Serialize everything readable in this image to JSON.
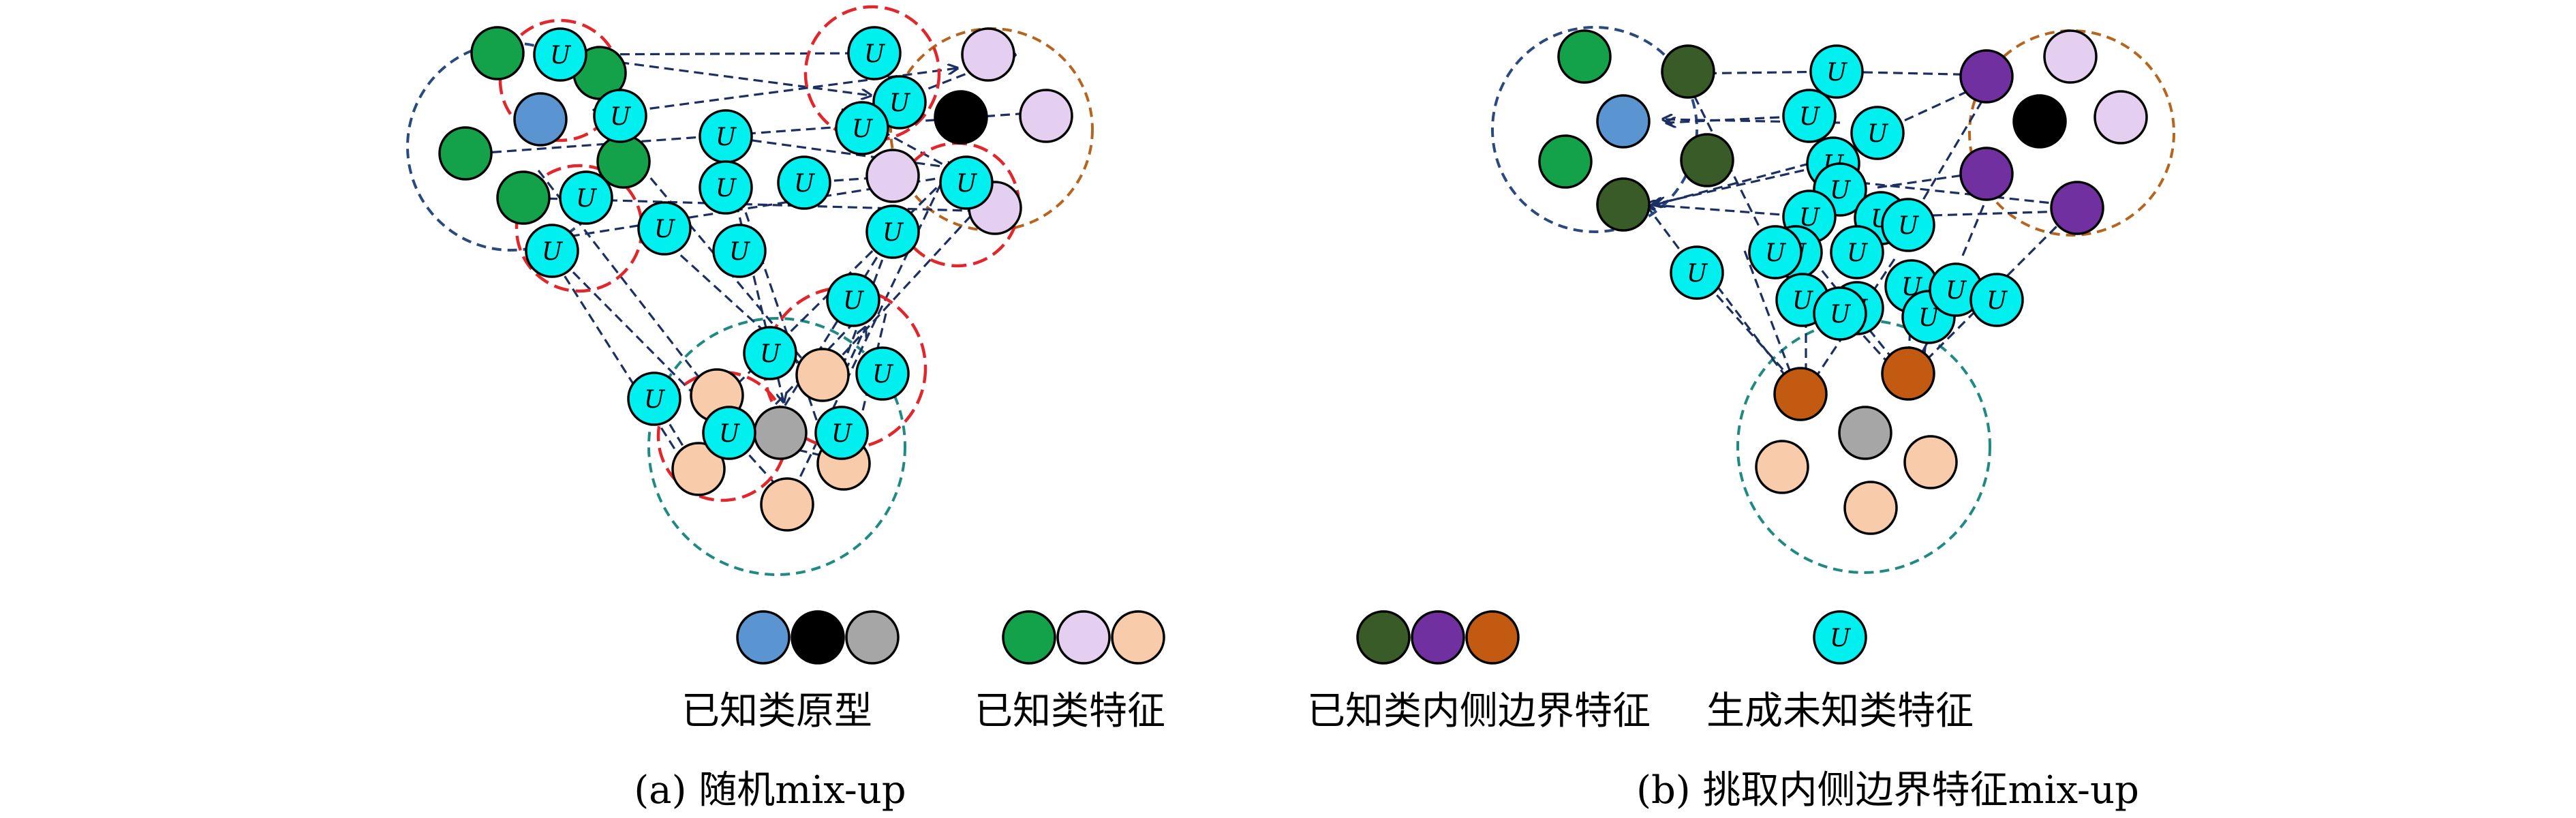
{
  "node_symbol": "U",
  "colors": {
    "proto_blue": "#5b95d1",
    "proto_black": "#000000",
    "proto_gray": "#a6a6a6",
    "feat_green": "#13a24a",
    "feat_lavender": "#e4cff0",
    "feat_peach": "#f8cbab",
    "edge_dgreen": "#385b27",
    "edge_purple": "#7030a0",
    "edge_orange": "#c25a12",
    "gen_cyan": "#00f0f0",
    "arrow_navy": "#1c2f63",
    "ring_blue": "#2a4a7f",
    "ring_brown": "#b5651d",
    "ring_teal": "#1f8a83",
    "ring_red": "#e1262c"
  },
  "legend": {
    "known_prototype": "已知类原型",
    "known_feature": "已知类特征",
    "inner_boundary_feature": "已知类内侧边界特征",
    "generated_unknown_feature": "生成未知类特征"
  },
  "captions": {
    "a": "(a) 随机mix-up",
    "b": "(b) 挑取内侧边界特征mix-up"
  }
}
